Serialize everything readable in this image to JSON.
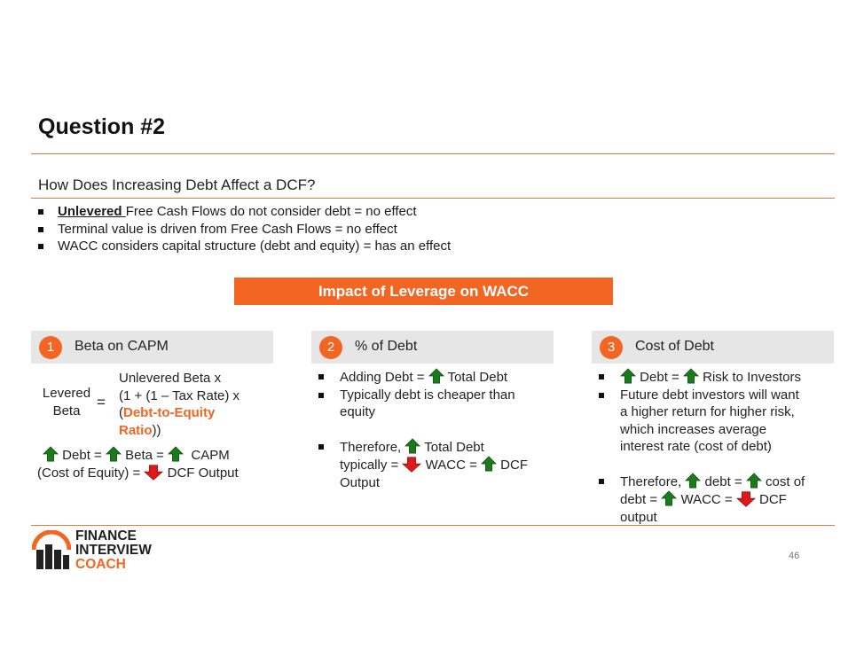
{
  "title": "Question #2",
  "subtitle": "How Does Increasing Debt Affect a DCF?",
  "intro_bullets": {
    "b1_under": "Unlevered ",
    "b1_rest": "Free Cash Flows do not consider debt = no effect",
    "b2": "Terminal value is driven from Free Cash Flows = no effect",
    "b3": "WACC considers capital structure (debt and equity) = has an effect"
  },
  "banner": "Impact of Leverage on WACC",
  "col1": {
    "num": "1",
    "header": "Beta on CAPM",
    "levered_l1": "Levered",
    "levered_l2": "Beta",
    "equals": "=",
    "f1": "Unlevered Beta x",
    "f2": "(1 +  (1 – Tax Rate) x",
    "f3_paren": "(",
    "f3_orange": "Debt-to-Equity",
    "f4_orange": "Ratio",
    "f4_tail": "))",
    "r1_a": "Debt = ",
    "r1_b": "Beta = ",
    "r1_c": "CAPM",
    "r2_a": "(Cost of Equity) = ",
    "r2_b": "DCF Output"
  },
  "col2": {
    "num": "2",
    "header": "% of Debt",
    "b1_a": "Adding Debt = ",
    "b1_b": "Total Debt",
    "b2_l1": "Typically debt is cheaper than",
    "b2_l2": "equity",
    "b3_a": "Therefore, ",
    "b3_b": "Total Debt",
    "b3_c": "typically = ",
    "b3_d": "WACC = ",
    "b3_e": "DCF",
    "b3_f": "Output"
  },
  "col3": {
    "num": "3",
    "header": "Cost of Debt",
    "b1_a": "Debt = ",
    "b1_b": "Risk to Investors",
    "b2_l1": "Future debt investors will want",
    "b2_l2": "a higher return for higher risk,",
    "b2_l3": "which increases average",
    "b2_l4": "interest rate (cost of debt)",
    "b3_a": "Therefore, ",
    "b3_b": "debt = ",
    "b3_c": "cost of",
    "b3_d": "debt = ",
    "b3_e": "WACC = ",
    "b3_f": "DCF",
    "b3_g": "output"
  },
  "logo": {
    "l1": "FINANCE",
    "l2": "INTERVIEW",
    "l3": "COACH"
  },
  "page_number": "46",
  "colors": {
    "accent": "#f26522",
    "arrow_up": "#1b7a1b",
    "arrow_down": "#e01818"
  }
}
